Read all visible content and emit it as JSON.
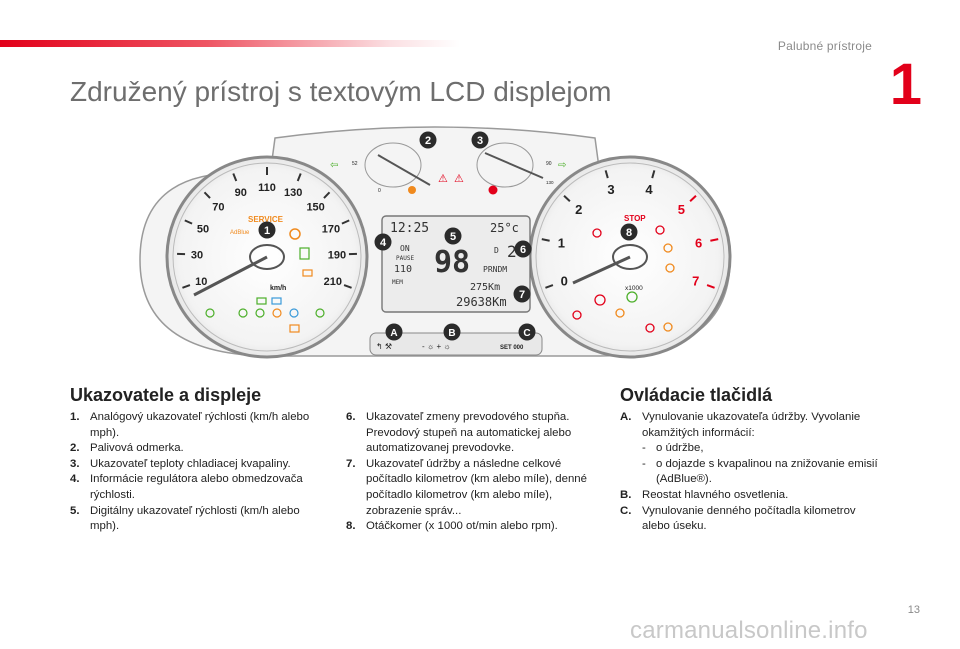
{
  "header": {
    "section_name": "Palubné prístroje",
    "chapter_number": "1"
  },
  "title": "Združený prístroj s textovým LCD displejom",
  "cluster": {
    "callouts": [
      "1",
      "2",
      "3",
      "4",
      "5",
      "6",
      "7",
      "8"
    ],
    "buttons": [
      {
        "letter": "A",
        "label": "↰ ⚒"
      },
      {
        "letter": "B",
        "label": "- ☼  + ☼"
      },
      {
        "letter": "C",
        "label": "SET 000"
      }
    ],
    "speedometer": {
      "ticks": [
        "10",
        "30",
        "50",
        "70",
        "90",
        "110",
        "130",
        "150",
        "170",
        "190",
        "210"
      ],
      "unit": "km/h",
      "service_label": "SERVICE",
      "adblue_label": "AdBlue"
    },
    "tachometer": {
      "ticks": [
        "0",
        "1",
        "2",
        "3",
        "4",
        "5",
        "6",
        "7"
      ],
      "unit": "x1000",
      "stop_label": "STOP"
    },
    "fuel_gauge": {
      "min_label": "0",
      "max_label": "52"
    },
    "temp_gauge": {
      "mid_label": "90",
      "max_label": "130"
    },
    "lcd": {
      "time": "12:25",
      "temperature": "25°c",
      "speed": "98",
      "gear": "2",
      "gear_unit": "D",
      "cruise_line1": "ON",
      "cruise_line2": "PAUSE",
      "set_speed": "110",
      "prnd": "PRNDM",
      "mem_label": "MEM",
      "trip": "275Km",
      "odometer": "29638Km"
    }
  },
  "left_section": {
    "heading": "Ukazovatele a displeje",
    "items": [
      {
        "num": "1.",
        "text": "Analógový ukazovateľ rýchlosti (km/h alebo mph)."
      },
      {
        "num": "2.",
        "text": "Palivová odmerka."
      },
      {
        "num": "3.",
        "text": "Ukazovateľ teploty chladiacej kvapaliny."
      },
      {
        "num": "4.",
        "text": "Informácie regulátora alebo obmedzovača rýchlosti."
      },
      {
        "num": "5.",
        "text": "Digitálny ukazovateľ rýchlosti (km/h alebo mph)."
      }
    ]
  },
  "middle_section": {
    "items": [
      {
        "num": "6.",
        "text": "Ukazovateľ zmeny prevodového stupňa. Prevodový stupeň na automatickej alebo automatizovanej prevodovke."
      },
      {
        "num": "7.",
        "text": "Ukazovateľ údržby a následne celkové počítadlo kilometrov (km alebo míle), denné počítadlo kilometrov (km alebo míle), zobrazenie správ..."
      },
      {
        "num": "8.",
        "text": "Otáčkomer (x 1000 ot/min alebo rpm)."
      }
    ]
  },
  "right_section": {
    "heading": "Ovládacie tlačidlá",
    "item_a": {
      "num": "A.",
      "text": "Vynulovanie ukazovateľa údržby. Vyvolanie okamžitých informácií:",
      "sub": [
        {
          "dash": "-",
          "text": "o údržbe,"
        },
        {
          "dash": "-",
          "text": "o dojazde s kvapalinou na znižovanie emisií (AdBlue®)."
        }
      ]
    },
    "items": [
      {
        "num": "B.",
        "text": "Reostat hlavného osvetlenia."
      },
      {
        "num": "C.",
        "text": "Vynulovanie denného počítadla kilometrov alebo úseku."
      }
    ]
  },
  "footer": {
    "page_number": "13",
    "watermark": "carmanualsonline.info"
  },
  "colors": {
    "accent": "#e2001a",
    "callout_badge": "#2b2b2b",
    "warning_red": "#e2001a",
    "warning_orange": "#f08a1e",
    "indicator_green": "#4caf2a"
  }
}
